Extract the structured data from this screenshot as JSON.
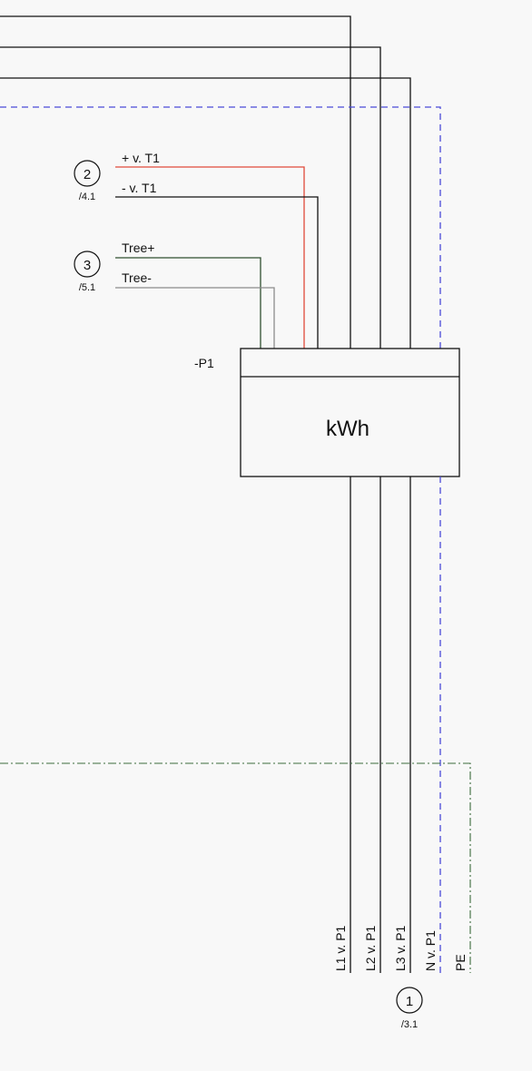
{
  "device": {
    "tag": "-P1",
    "unit_label": "kWh"
  },
  "wires_left": [
    {
      "label": "+ v. T1",
      "color": "#e04a3a"
    },
    {
      "label": "- v. T1",
      "color": "#111111"
    },
    {
      "label": "Tree+",
      "color": "#2f4f2f"
    },
    {
      "label": "Tree-",
      "color": "#8c8c8c"
    }
  ],
  "refs": [
    {
      "number": "2",
      "page": "/4.1"
    },
    {
      "number": "3",
      "page": "/5.1"
    },
    {
      "number": "1",
      "page": "/3.1"
    }
  ],
  "bottom_labels": [
    "L1 v. P1",
    "L2 v. P1",
    "L3 v. P1",
    "N v. P1",
    "PE"
  ],
  "colors": {
    "line": "#111111",
    "pe_dashed": "#4a4ad8",
    "dashdot_green": "#3c6b3c",
    "background": "#f8f8f8"
  }
}
